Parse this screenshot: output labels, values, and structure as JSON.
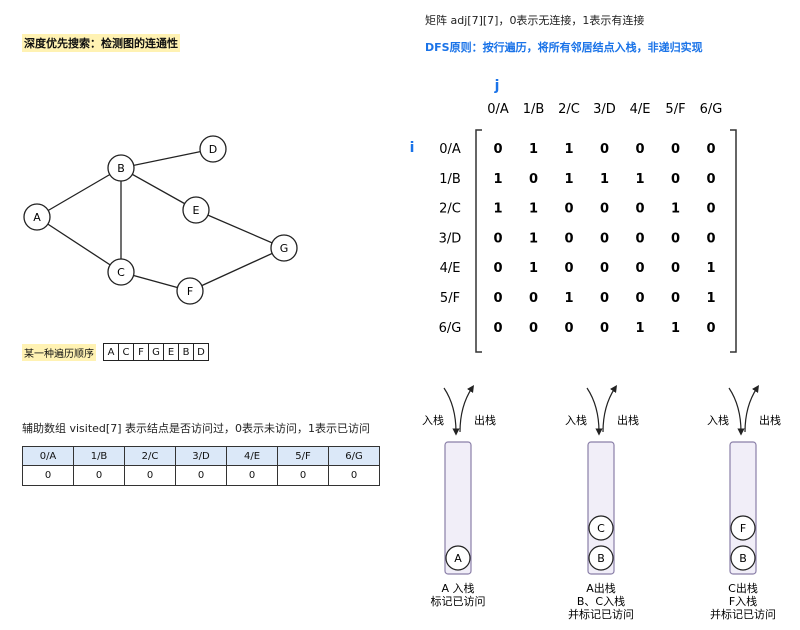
{
  "title": "深度优先搜索：检测图的连通性",
  "matrix_note": "矩阵  adj[7][7]，0表示无连接，1表示有连接",
  "dfs_rule": "DFS原则：按行遍历，将所有邻居结点入栈，非递归实现",
  "graph": {
    "nodes": [
      "A",
      "B",
      "C",
      "D",
      "E",
      "F",
      "G"
    ],
    "edges": [
      [
        "A",
        "B"
      ],
      [
        "A",
        "C"
      ],
      [
        "B",
        "C"
      ],
      [
        "B",
        "D"
      ],
      [
        "B",
        "E"
      ],
      [
        "C",
        "F"
      ],
      [
        "E",
        "G"
      ],
      [
        "F",
        "G"
      ]
    ]
  },
  "order": {
    "label": "某一种遍历顺序",
    "items": [
      "A",
      "C",
      "F",
      "G",
      "E",
      "B",
      "D"
    ]
  },
  "visited": {
    "label": "辅助数组 visited[7] 表示结点是否访问过，0表示未访问，1表示已访问",
    "headers": [
      "0/A",
      "1/B",
      "2/C",
      "3/D",
      "4/E",
      "5/F",
      "6/G"
    ],
    "values": [
      "0",
      "0",
      "0",
      "0",
      "0",
      "0",
      "0"
    ]
  },
  "matrix": {
    "col_axis": "j",
    "row_axis": "i",
    "col_labels": [
      "0/A",
      "1/B",
      "2/C",
      "3/D",
      "4/E",
      "5/F",
      "6/G"
    ],
    "row_labels": [
      "0/A",
      "1/B",
      "2/C",
      "3/D",
      "4/E",
      "5/F",
      "6/G"
    ],
    "rows": [
      [
        "0",
        "1",
        "1",
        "0",
        "0",
        "0",
        "0"
      ],
      [
        "1",
        "0",
        "1",
        "1",
        "1",
        "0",
        "0"
      ],
      [
        "1",
        "1",
        "0",
        "0",
        "0",
        "1",
        "0"
      ],
      [
        "0",
        "1",
        "0",
        "0",
        "0",
        "0",
        "0"
      ],
      [
        "0",
        "1",
        "0",
        "0",
        "0",
        "0",
        "1"
      ],
      [
        "0",
        "0",
        "1",
        "0",
        "0",
        "0",
        "1"
      ],
      [
        "0",
        "0",
        "0",
        "0",
        "1",
        "1",
        "0"
      ]
    ]
  },
  "stacks": [
    {
      "push_label": "入栈",
      "pop_label": "出栈",
      "items": [
        "A"
      ],
      "caption": [
        "A 入栈",
        "标记已访问"
      ]
    },
    {
      "push_label": "入栈",
      "pop_label": "出栈",
      "items": [
        "B",
        "C"
      ],
      "caption": [
        "A出栈",
        "B、C入栈",
        "并标记已访问"
      ]
    },
    {
      "push_label": "入栈",
      "pop_label": "出栈",
      "items": [
        "B",
        "F"
      ],
      "caption": [
        "C出栈",
        "F入栈",
        "并标记已访问"
      ]
    }
  ]
}
